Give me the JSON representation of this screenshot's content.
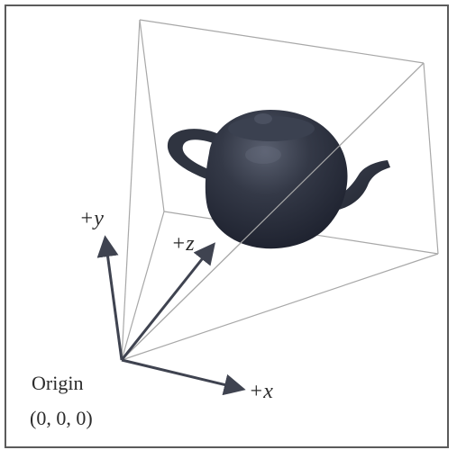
{
  "figure": {
    "axes": {
      "y_label": "+y",
      "z_label": "+z",
      "x_label": "+x"
    },
    "origin": {
      "name": "Origin",
      "coords": "(0, 0, 0)"
    },
    "object": {
      "name": "teapot"
    },
    "colors": {
      "frame": "#5b5b5b",
      "frustum_lines": "#a8a8a8",
      "axis_arrows": "#3f4350",
      "teapot": "#2f3440",
      "text": "#2b2b2b"
    }
  }
}
